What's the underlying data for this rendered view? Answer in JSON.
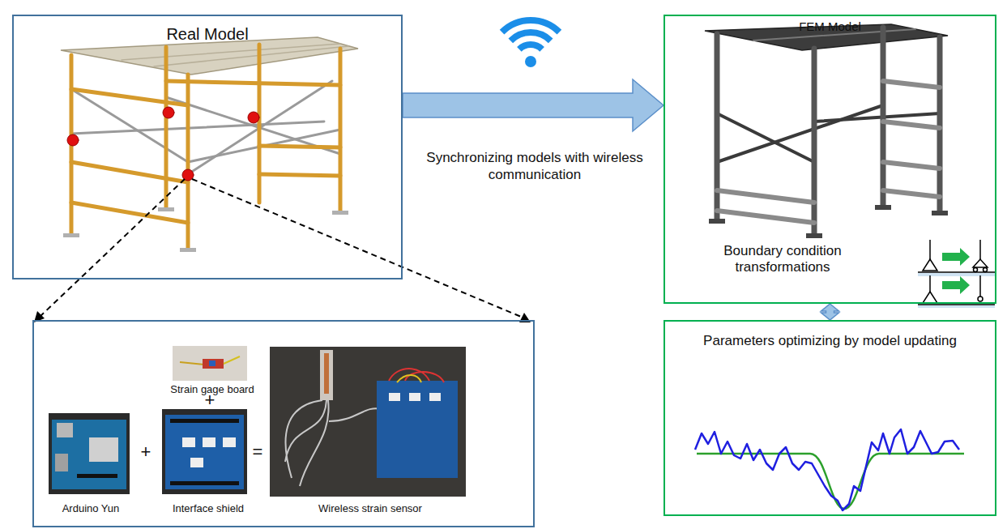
{
  "diagram": {
    "nodes": [
      {
        "text": [
          "Real Model"
        ]
      },
      {
        "text": [
          "FEM Model",
          "Boundary condition transformations"
        ]
      },
      {
        "text": [
          "Parameters optimizing by model updating"
        ]
      },
      {
        "text": [
          "Strain gage board",
          "+",
          "Arduino Yun",
          "+",
          "Interface shield",
          "=",
          "Wireless strain sensor"
        ]
      }
    ],
    "edges": [
      {
        "from": 0,
        "to": 1,
        "arrow": "to",
        "label": "Synchronizing models with wireless communication"
      },
      {
        "from": 1,
        "to": 2,
        "arrow": "both"
      }
    ]
  }
}
